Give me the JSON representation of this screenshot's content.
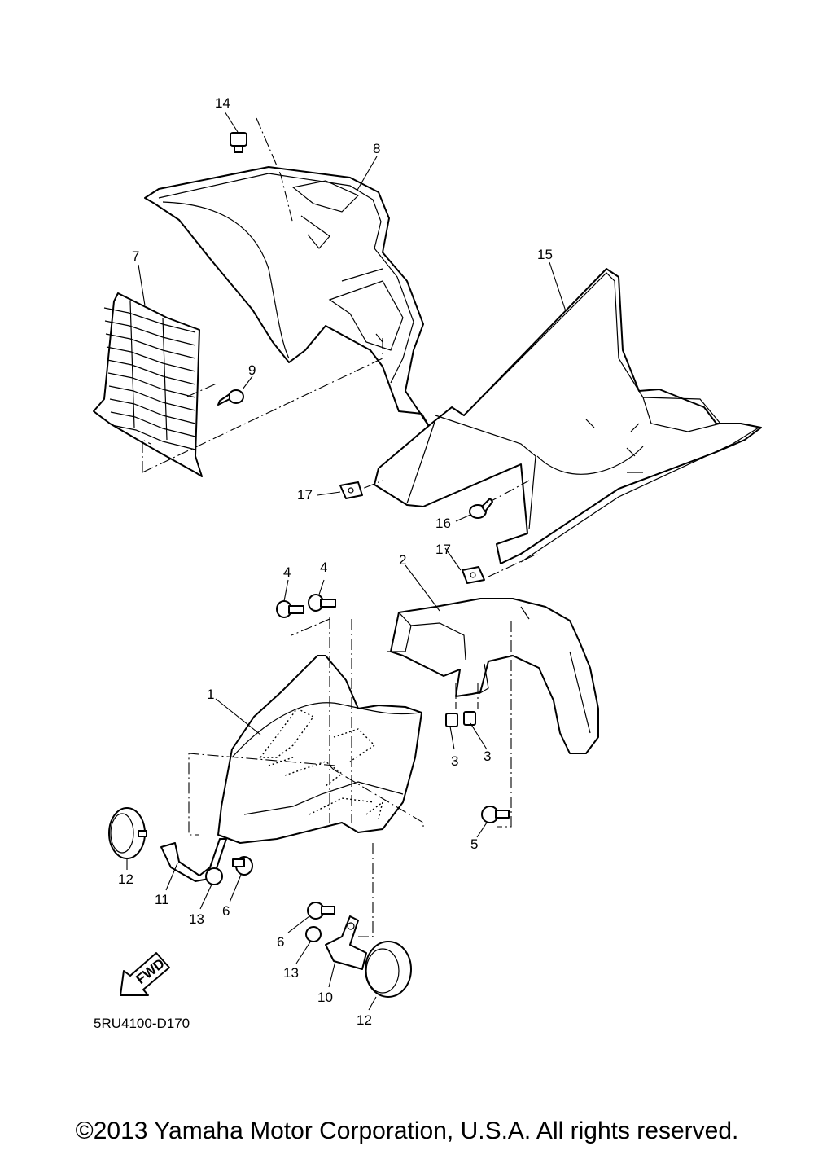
{
  "diagram": {
    "code": "5RU4100-D170",
    "direction_label": "FWD",
    "callouts": {
      "c1": "1",
      "c2": "2",
      "c3a": "3",
      "c3b": "3",
      "c4a": "4",
      "c4b": "4",
      "c5": "5",
      "c6a": "6",
      "c6b": "6",
      "c7": "7",
      "c8": "8",
      "c9": "9",
      "c10": "10",
      "c11": "11",
      "c12a": "12",
      "c12b": "12",
      "c13a": "13",
      "c13b": "13",
      "c14": "14",
      "c15": "15",
      "c16": "16",
      "c17a": "17",
      "c17b": "17"
    }
  },
  "footer": {
    "copyright": "©2013 Yamaha Motor Corporation, U.S.A. All rights reserved."
  }
}
